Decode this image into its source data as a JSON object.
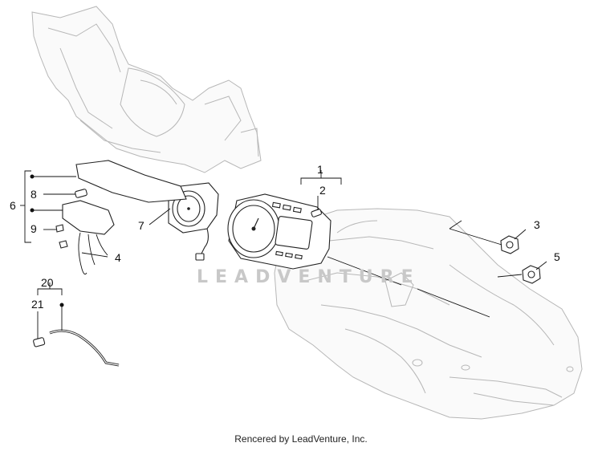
{
  "diagram": {
    "callouts": [
      "1",
      "2",
      "3",
      "4",
      "5",
      "6",
      "7",
      "8",
      "9",
      "20",
      "21"
    ],
    "watermark": "LEADVENTURE"
  },
  "footer": {
    "credit": "Rencered by LeadVenture, Inc."
  }
}
